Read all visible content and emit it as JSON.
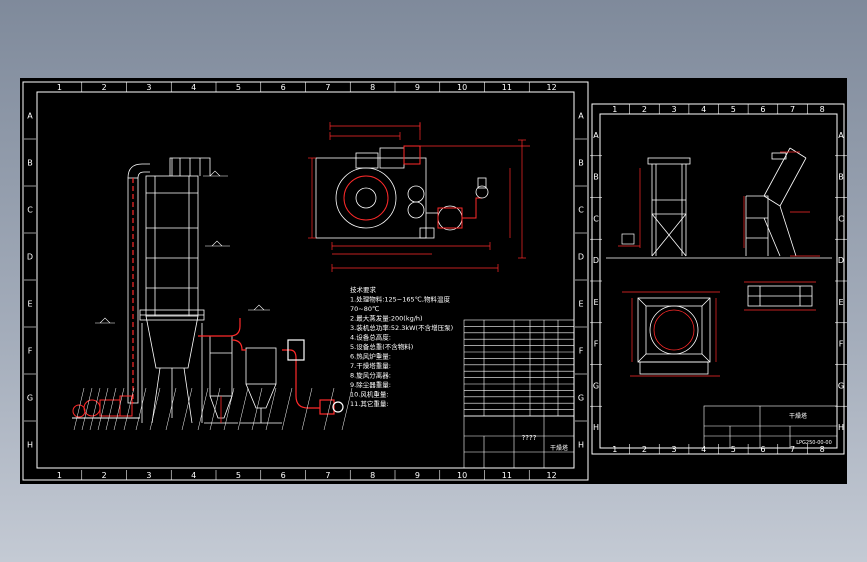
{
  "sheet1": {
    "col_labels": [
      "1",
      "2",
      "3",
      "4",
      "5",
      "6",
      "7",
      "8",
      "9",
      "10",
      "11",
      "12"
    ],
    "row_labels": [
      "A",
      "B",
      "C",
      "D",
      "E",
      "F",
      "G",
      "H"
    ],
    "notes_lines": [
      "技术要求",
      "1.处理物料:125~165℃,物料温度",
      "70~80℃",
      "2.最大蒸发量:200(kg/h)",
      "3.装机总功率:52.3kW(不含增压泵)",
      "4.设备总高度:",
      "5.设备总重(不含物料)",
      "6.热风炉重量:",
      "7.干燥塔重量:",
      "8.旋风分离器:",
      "9.除尘器重量:",
      "10.风机重量:",
      "11.其它重量:"
    ],
    "title_block_mid": "????",
    "title_block_name": "干燥塔"
  },
  "sheet2": {
    "col_labels": [
      "1",
      "2",
      "3",
      "4",
      "5",
      "6",
      "7",
      "8"
    ],
    "row_labels": [
      "A",
      "B",
      "C",
      "D",
      "E",
      "F",
      "G",
      "H"
    ],
    "title_block_name": "干燥塔",
    "title_block_code": "LPG250-00-00"
  },
  "colors": {
    "frame": "#ffffff",
    "dim": "#ff2a2a",
    "part": "#ffffff",
    "text": "#ffffff"
  }
}
